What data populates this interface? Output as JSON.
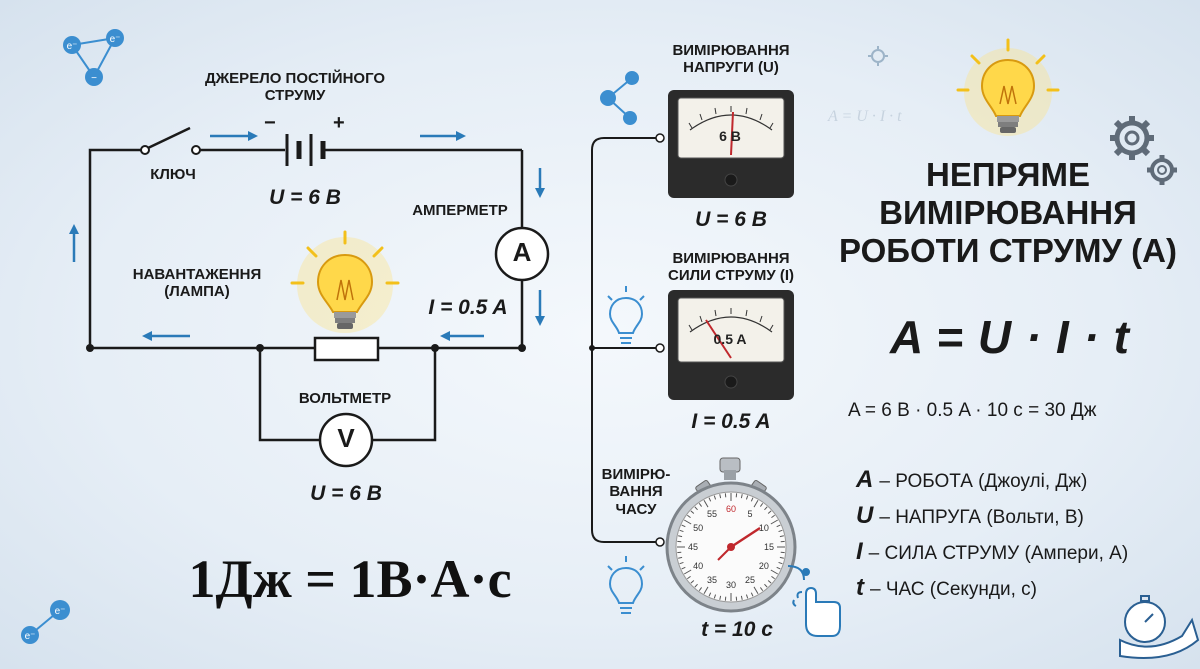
{
  "circuit": {
    "source_label": "ДЖЕРЕЛО ПОСТІЙНОГО\nСТРУМУ",
    "minus": "−",
    "plus": "+",
    "source_value": "U = 6 В",
    "key_label": "КЛЮЧ",
    "ammeter_label": "АМПЕРМЕТР",
    "ammeter_symbol": "A",
    "ammeter_value": "I = 0.5 A",
    "load_label": "НАВАНТАЖЕННЯ\n(ЛАМПА)",
    "voltmeter_label": "ВОЛЬТМЕТР",
    "voltmeter_symbol": "V",
    "voltmeter_value": "U = 6 В"
  },
  "unit_equation": "1Дж = 1В·А·с",
  "measurements": {
    "voltage": {
      "title": "ВИМІРЮВАННЯ\nНАПРУГИ (U)",
      "display": "6 В",
      "value": "U = 6 В"
    },
    "current": {
      "title": "ВИМІРЮВАННЯ\nСИЛИ СТРУМУ (I)",
      "display": "0.5 A",
      "value": "I = 0.5 A"
    },
    "time": {
      "title": "ВИМІРЮ-\nВАННЯ\nЧАСУ",
      "value": "t = 10 c",
      "dial_numbers": [
        "60",
        "5",
        "10",
        "15",
        "20",
        "25",
        "30",
        "35",
        "40",
        "45",
        "50",
        "55"
      ]
    }
  },
  "header": {
    "title": "НЕПРЯМЕ\nВИМІРЮВАННЯ\nРОБОТИ СТРУМУ (А)",
    "watermark_formula": "A = U · I · t"
  },
  "formula": "A = U · I · t",
  "calculation": "A = 6 В · 0.5 A · 10 с = 30 Дж",
  "legend": [
    {
      "symbol": "A",
      "text": "– РОБОТА (Джоулі, Дж)"
    },
    {
      "symbol": "U",
      "text": "– НАПРУГА (Вольти, В)"
    },
    {
      "symbol": "I",
      "text": "– СИЛА СТРУМУ (Ампери, А)"
    },
    {
      "symbol": "t",
      "text": "– ЧАС (Секунди, с)"
    }
  ],
  "colors": {
    "wire": "#1a1a1a",
    "arrow": "#2a7ab8",
    "accent_blue": "#3b8ed0",
    "lamp_glow": "#ffd84a",
    "meter_body": "#2b2b2b"
  },
  "icons": [
    "electron-molecule-icon",
    "lightbulb-icon",
    "gear-icon",
    "lightbulb-outline-icon",
    "tap-hand-icon",
    "stopwatch-hand-icon"
  ]
}
